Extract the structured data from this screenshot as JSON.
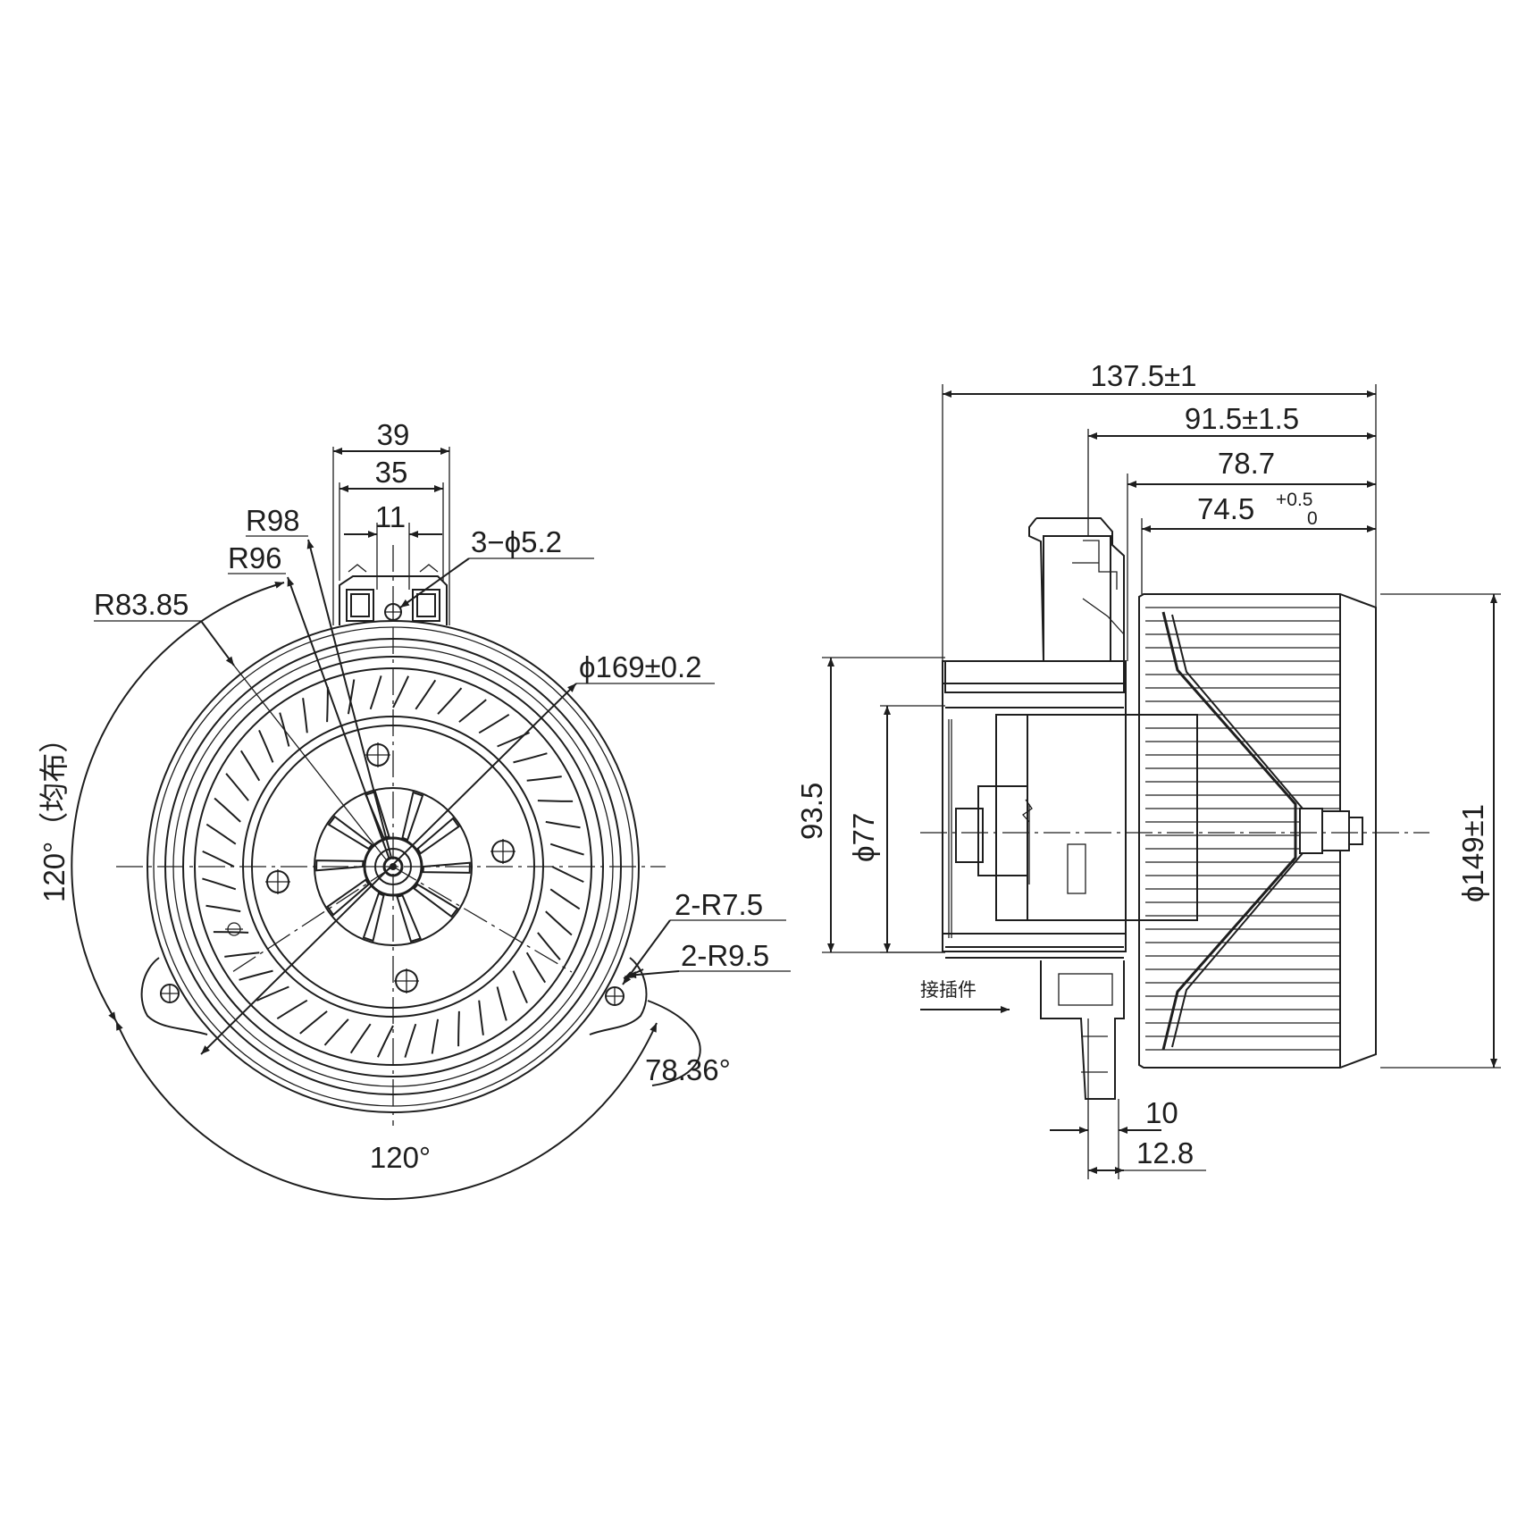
{
  "front_view": {
    "dims": {
      "width_39": "39",
      "width_35": "35",
      "width_11": "11",
      "r98": "R98",
      "r96": "R96",
      "r83": "R83.85",
      "holes": "3−ϕ5.2",
      "dia169": "ϕ169±0.2",
      "r75": "2-R7.5",
      "r95": "2-R9.5",
      "angle_left": "120°（均布）",
      "angle_bottom": "120°",
      "angle_right": "78.36°"
    }
  },
  "side_view": {
    "dims": {
      "len_137": "137.5±1",
      "len_91": "91.5±1.5",
      "len_78": "78.7",
      "len_74": "74.5",
      "tol_upper": "+0.5",
      "tol_lower": "0",
      "h_93": "93.5",
      "d_77": "ϕ77",
      "d_149": "ϕ149±1",
      "w_10": "10",
      "w_12": "12.8",
      "connector": "接插件"
    }
  }
}
